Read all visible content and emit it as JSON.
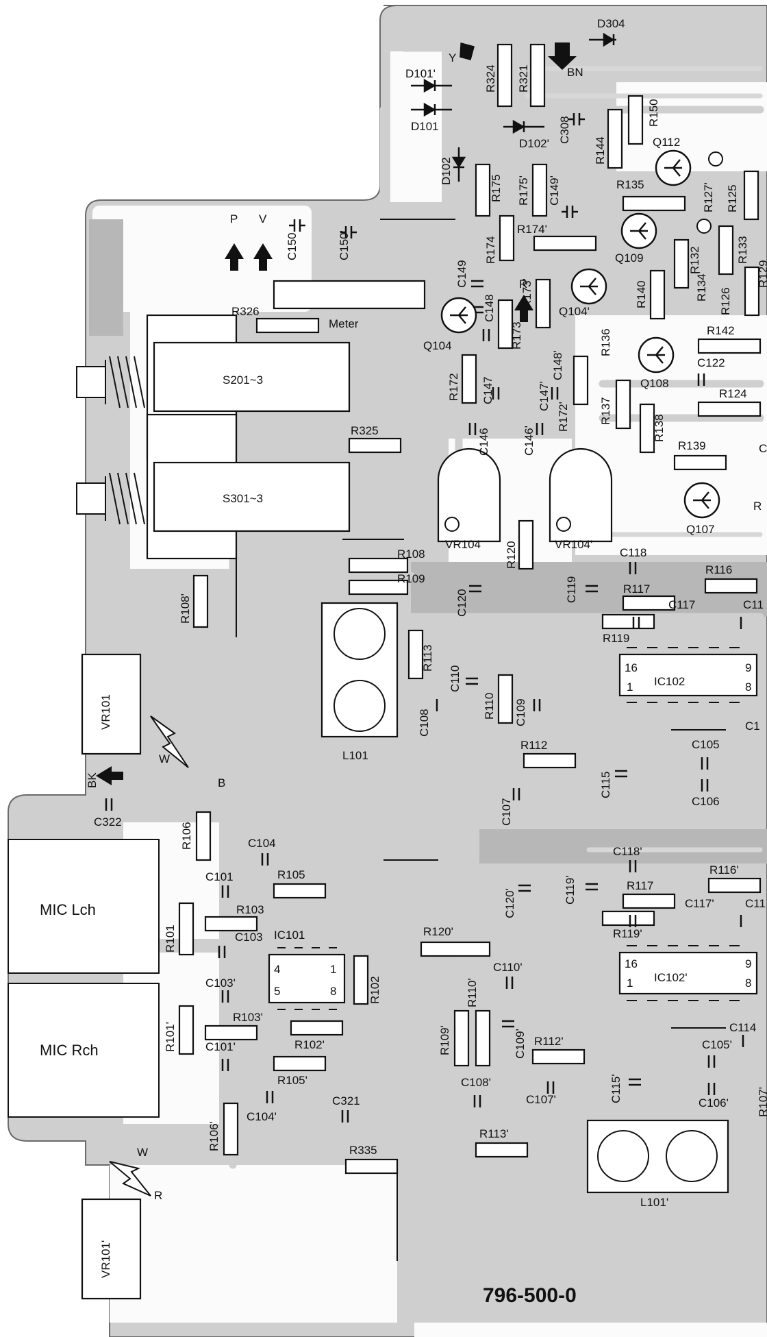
{
  "board": {
    "part_number": "796-500-0",
    "colors": {
      "board": "#c8c8c8",
      "trace": "#d6d6d6",
      "ink": "#111111",
      "background": "#ffffff"
    }
  },
  "markers": {
    "y": "Y",
    "bn": "BN",
    "p": "P",
    "v": "V",
    "r": "R",
    "bk": "BK",
    "w1": "W",
    "b": "B",
    "w2": "W",
    "r2": "R"
  },
  "connectors": {
    "meter": "Meter",
    "switch1": "S201~3",
    "switch2": "S301~3",
    "mic_l": "MIC Lch",
    "mic_r": "MIC Rch"
  },
  "resistors": {
    "r324": "R324",
    "r321": "R321",
    "r150": "R150",
    "r144": "R144",
    "r175": "R175",
    "r175p": "R175'",
    "r135": "R135",
    "r127p": "R127'",
    "r125": "R125",
    "r174": "R174",
    "r174p": "R174'",
    "r133": "R133",
    "r132": "R132",
    "r134p": "R134'",
    "r129": "R129",
    "r126": "R126",
    "r326": "R326",
    "r173": "R173",
    "r173p": "R173'",
    "r140": "R140",
    "r136": "R136",
    "r142": "R142",
    "r172": "R172",
    "r172p": "R172'",
    "r124": "R124",
    "r137": "R137",
    "r138": "R138",
    "r139": "R139",
    "r325": "R325",
    "r120": "R120",
    "r108": "R108",
    "r109": "R109",
    "r116": "R116",
    "r117": "R117",
    "r119": "R119",
    "r108p": "R108'",
    "r113": "R113",
    "r110": "R110",
    "r112": "R112",
    "r106": "R106",
    "r105": "R105",
    "r103": "R103",
    "r101": "R101",
    "r102": "R102",
    "r120p": "R120'",
    "r116p": "R116'",
    "r117p": "R117",
    "r119p": "R119'",
    "r110p": "R110'",
    "r109p": "R109'",
    "r101p": "R101'",
    "r103p": "R103'",
    "r102p": "R102'",
    "r112p": "R112'",
    "r105p": "R105'",
    "r106p": "R106'",
    "r335": "R335",
    "r113p": "R113'"
  },
  "capacitors": {
    "c308": "C308",
    "c149p": "C149'",
    "c150": "C150",
    "c150p": "C150'",
    "c149": "C149",
    "c148": "C148",
    "c122": "C122",
    "c147": "C147",
    "c147p": "C147'",
    "c148p": "C148'",
    "c146": "C146",
    "c146p": "C146'",
    "c118": "C118",
    "c119": "C119",
    "c120": "C120",
    "c117": "C117",
    "c11": "C11",
    "c110": "C110",
    "c108": "C108",
    "c109": "C109",
    "c105": "C105",
    "c115": "C115",
    "c107": "C107",
    "c106": "C106",
    "c1x": "C1",
    "c322": "C322",
    "c104": "C104",
    "c101": "C101",
    "c103": "C103",
    "c118p": "C118'",
    "c119p": "C119'",
    "c120p": "C120'",
    "c117p": "C117'",
    "c11p": "C11",
    "c103p": "C103'",
    "c110p": "C110'",
    "c101p": "C101'",
    "c109p": "C109'",
    "c114": "C114",
    "c105p": "C105'",
    "c115p": "C115'",
    "c108p": "C108'",
    "c107p": "C107'",
    "c106p": "C106'",
    "c104p": "C104'",
    "c321": "C321",
    "c0": "C",
    "c107x": "R107'"
  },
  "semis": {
    "d304": "D304",
    "d101p": "D101'",
    "d101": "D101",
    "d102p": "D102'",
    "d102": "D102",
    "q112": "Q112",
    "q109": "Q109",
    "q104p": "Q104'",
    "q104": "Q104",
    "q108": "Q108",
    "q107": "Q107",
    "vr104": "VR104",
    "vr104p": "VR104'",
    "vr101": "VR101",
    "vr101p": "VR101'",
    "l101": "L101",
    "l101p": "L101'",
    "r_edge": "R"
  },
  "ics": {
    "ic101": {
      "name": "IC101",
      "p4": "4",
      "p1": "1",
      "p5": "5",
      "p8": "8"
    },
    "ic102": {
      "name": "IC102",
      "p16": "16",
      "p9": "9",
      "p1": "1",
      "p8": "8"
    },
    "ic102p": {
      "name": "IC102'",
      "p16": "16",
      "p9": "9",
      "p1": "1",
      "p8": "8"
    }
  }
}
